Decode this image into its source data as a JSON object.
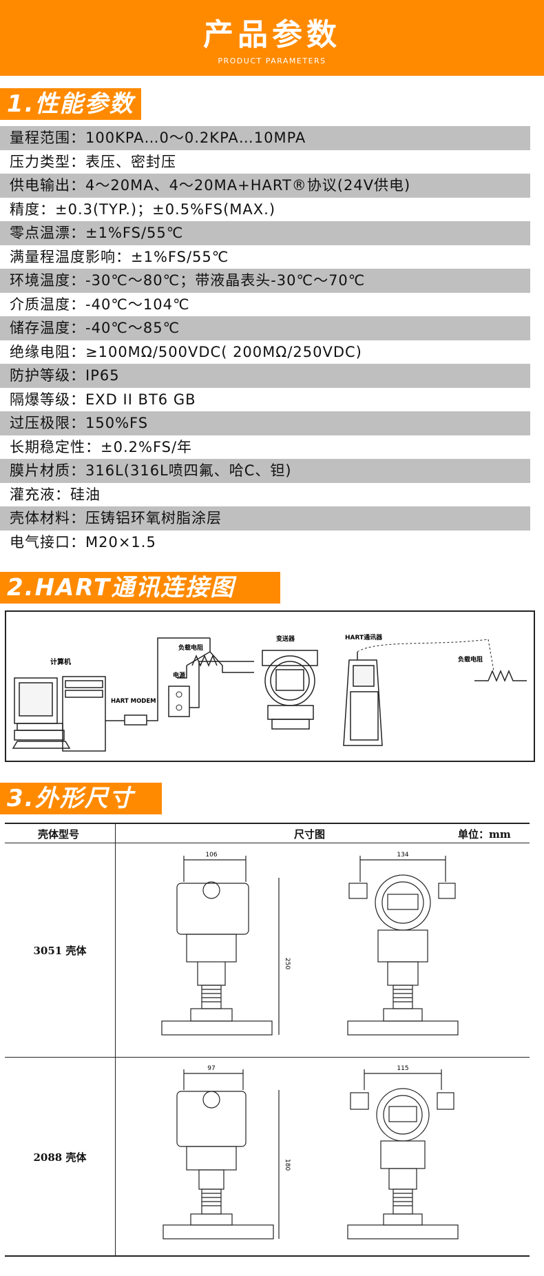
{
  "banner": {
    "title": "产品参数",
    "subtitle": "PRODUCT PARAMETERS"
  },
  "sections": {
    "performance": "1.性能参数",
    "hart": "2.HART通讯连接图",
    "dimensions": "3.外形尺寸"
  },
  "specs": [
    "量程范围：100KPA…0～0.2KPA…10MPA",
    "压力类型：表压、密封压",
    "供电输出：4～20MA、4～20MA+HART®协议(24V供电)",
    "精度：±0.3(TYP.)；±0.5%FS(MAX.)",
    "零点温漂：±1%FS/55℃",
    "满量程温度影响：±1%FS/55℃",
    "环境温度：-30℃～80℃；带液晶表头-30℃～70℃",
    "介质温度：-40℃～104℃",
    "储存温度：-40℃～85℃",
    "绝缘电阻：≥100MΩ/500VDC( 200MΩ/250VDC)",
    "防护等级：IP65",
    "隔爆等级：EXD II BT6 GB",
    "过压极限：150%FS",
    "长期稳定性：±0.2%FS/年",
    "膜片材质：316L(316L喷四氟、哈C、钽)",
    "灌充液：硅油",
    "壳体材料：压铸铝环氧树脂涂层",
    "电气接口：M20×1.5"
  ],
  "hart_diagram": {
    "computer": "计算机",
    "modem": "HART MODEM",
    "load_resistor": "负载电阻",
    "power": "电源",
    "transmitter": "变送器",
    "communicator": "HART通讯器",
    "load_resistor_2": "负载电阻"
  },
  "dimensions_table": {
    "col_model": "壳体型号",
    "col_drawing": "尺寸图",
    "unit": "单位：mm",
    "rows": [
      {
        "model": "3051 壳体",
        "width_a": "106",
        "width_b": "134",
        "height": "250"
      },
      {
        "model": "2088 壳体",
        "width_a": "97",
        "width_b": "115",
        "height": "180"
      }
    ]
  }
}
